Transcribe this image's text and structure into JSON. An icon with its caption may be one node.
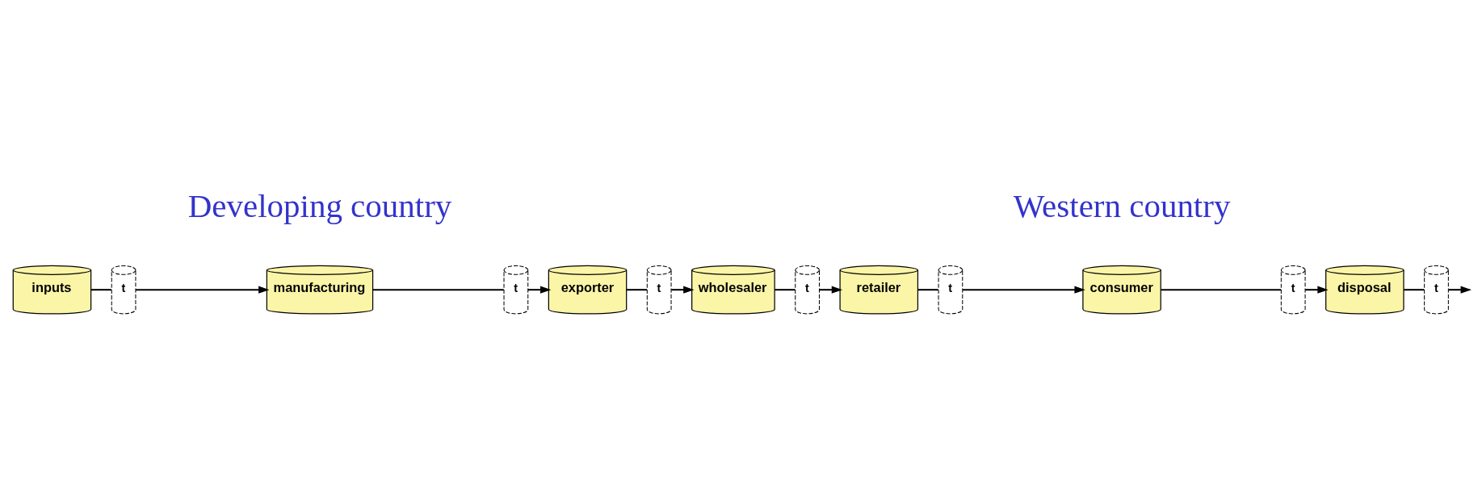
{
  "diagram": {
    "nodes": [
      {
        "text": [
          "inputs"
        ]
      },
      {
        "text": [
          "t"
        ]
      },
      {
        "text": [
          "manufacturing"
        ]
      },
      {
        "text": [
          "t"
        ]
      },
      {
        "text": [
          "exporter"
        ]
      },
      {
        "text": [
          "t"
        ]
      },
      {
        "text": [
          "wholesaler"
        ]
      },
      {
        "text": [
          "t"
        ]
      },
      {
        "text": [
          "retailer"
        ]
      },
      {
        "text": [
          "t"
        ]
      },
      {
        "text": [
          "consumer"
        ]
      },
      {
        "text": [
          "t"
        ]
      },
      {
        "text": [
          "disposal"
        ]
      },
      {
        "text": [
          "t"
        ]
      }
    ],
    "edges": [
      {
        "from": 0,
        "to": 1,
        "arrow": "none"
      },
      {
        "from": 1,
        "to": 2,
        "arrow": "to"
      },
      {
        "from": 2,
        "to": 3,
        "arrow": "none"
      },
      {
        "from": 3,
        "to": 4,
        "arrow": "to"
      },
      {
        "from": 4,
        "to": 5,
        "arrow": "none"
      },
      {
        "from": 5,
        "to": 6,
        "arrow": "to"
      },
      {
        "from": 6,
        "to": 7,
        "arrow": "none"
      },
      {
        "from": 7,
        "to": 8,
        "arrow": "to"
      },
      {
        "from": 8,
        "to": 9,
        "arrow": "none"
      },
      {
        "from": 9,
        "to": 10,
        "arrow": "to"
      },
      {
        "from": 10,
        "to": 11,
        "arrow": "none"
      },
      {
        "from": 11,
        "to": 12,
        "arrow": "to"
      },
      {
        "from": 12,
        "to": 13,
        "arrow": "none"
      },
      {
        "from": 13,
        "to": null,
        "arrow": "to"
      }
    ],
    "labels": [
      "Developing country",
      "Western country"
    ]
  }
}
